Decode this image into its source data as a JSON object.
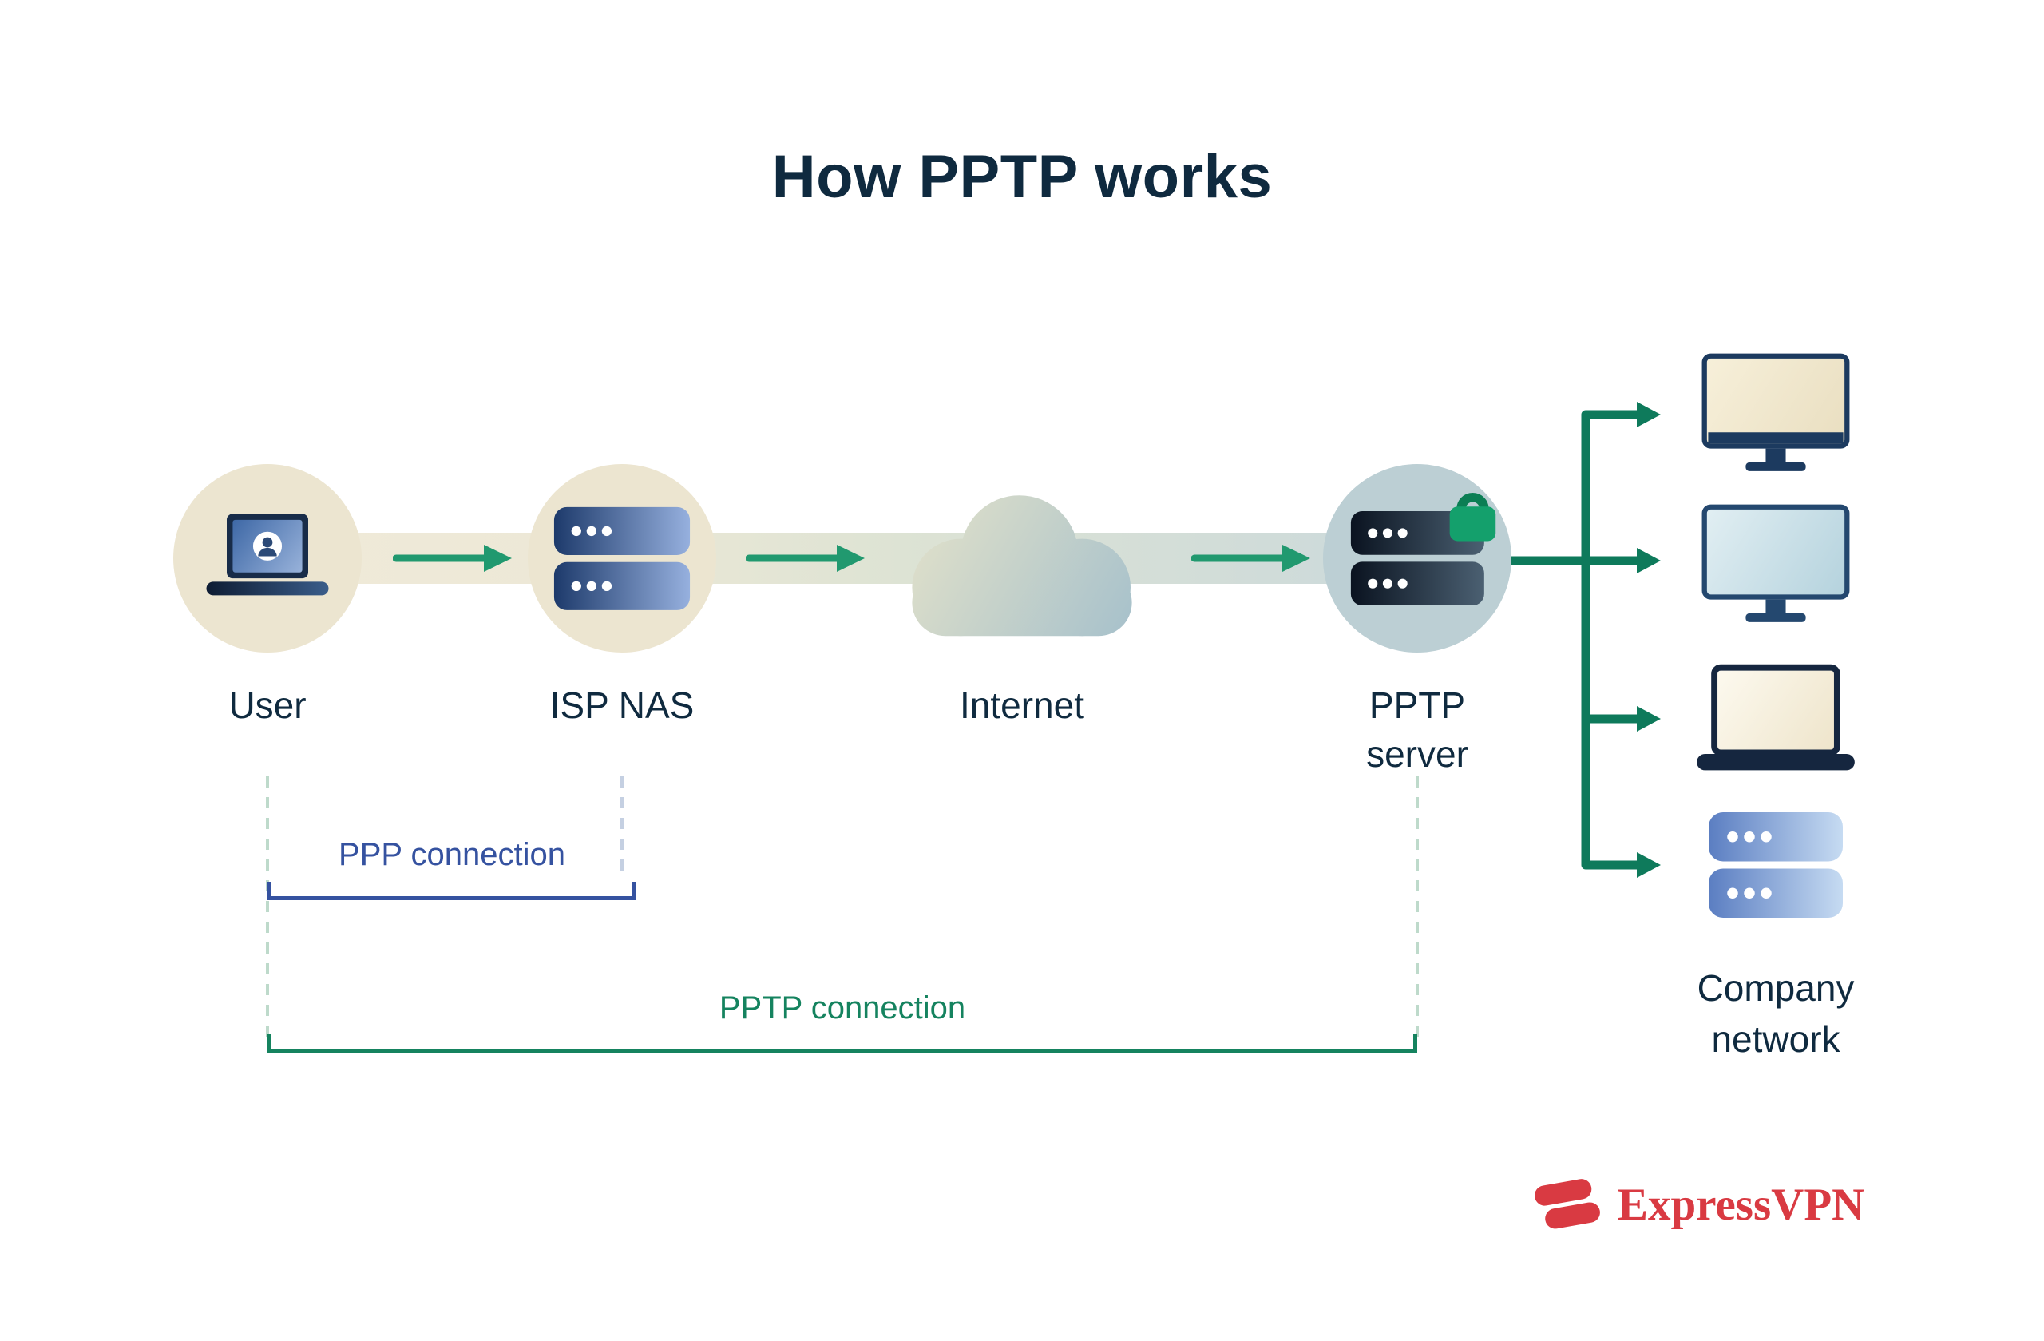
{
  "title": "How PPTP works",
  "flow": {
    "nodes": [
      {
        "id": "user",
        "label": "User",
        "icon": "laptop-user-icon"
      },
      {
        "id": "isp-nas",
        "label": "ISP NAS",
        "icon": "server-stack-icon"
      },
      {
        "id": "internet",
        "label": "Internet",
        "icon": "cloud-icon"
      },
      {
        "id": "pptp-server",
        "label": "PPTP server",
        "icon": "locked-server-icon"
      }
    ]
  },
  "company_network": {
    "label": "Company network",
    "devices": [
      "desktop-monitor-icon",
      "desktop-monitor-icon",
      "laptop-icon",
      "server-stack-icon"
    ]
  },
  "spans": {
    "ppp": {
      "label": "PPP connection",
      "color": "#3552a0"
    },
    "pptp": {
      "label": "PPTP connection",
      "color": "#15835f"
    }
  },
  "brand": {
    "name": "ExpressVPN",
    "color": "#d93a42",
    "icon": "expressvpn-logo-icon"
  },
  "colors": {
    "background": "#ffffff",
    "heading_text": "#0f2a3f",
    "node_circle_cream": "#ece5d0",
    "node_circle_blue": "#bccfd4",
    "arrow_teal": "#21996f",
    "connector_green": "#0e7a5b",
    "lock_green": "#14a06c"
  }
}
